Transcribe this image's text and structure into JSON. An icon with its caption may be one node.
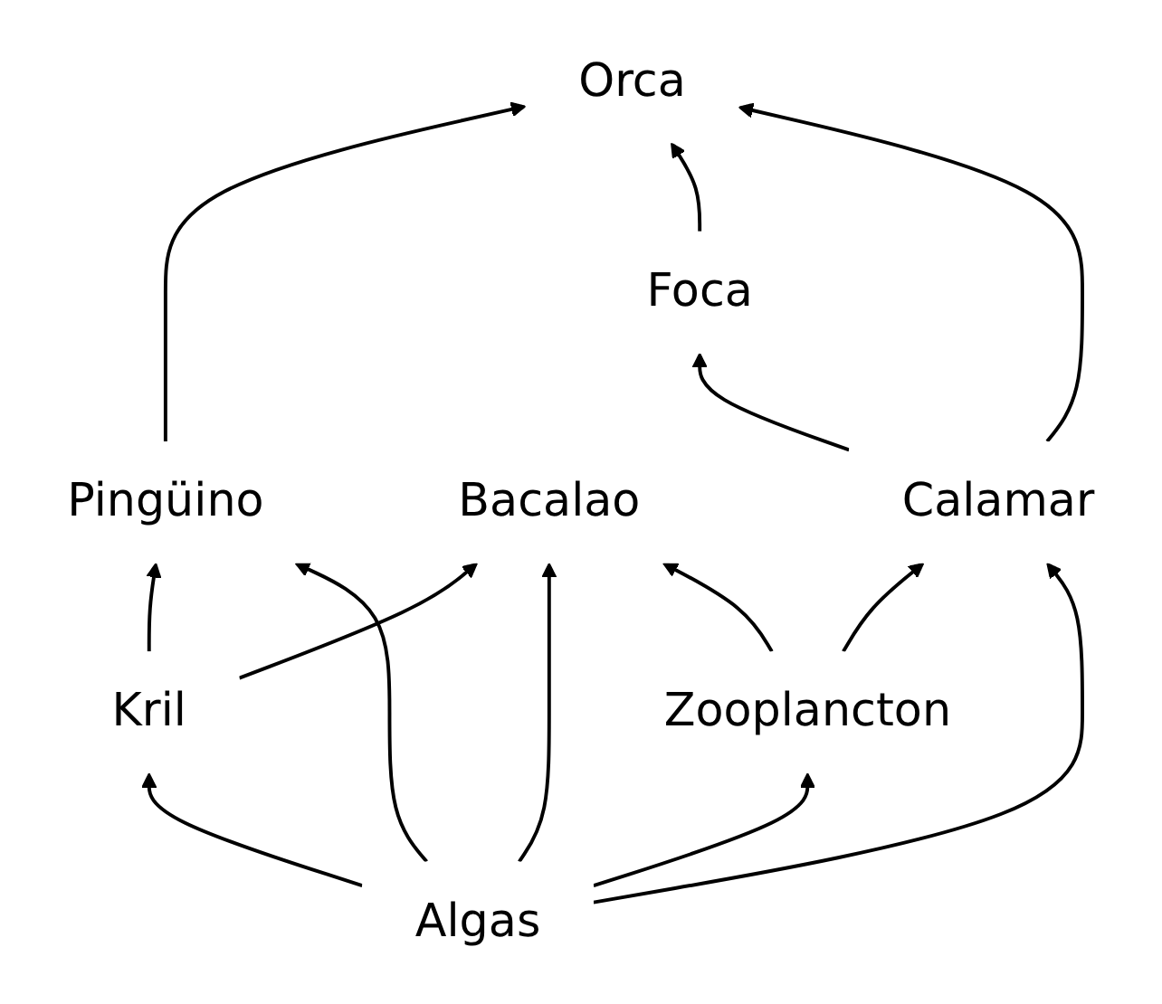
{
  "diagram": {
    "nodes": [
      {
        "text": [
          "Orca"
        ]
      },
      {
        "text": [
          "Foca"
        ]
      },
      {
        "text": [
          "Pingüino"
        ]
      },
      {
        "text": [
          "Bacalao"
        ]
      },
      {
        "text": [
          "Calamar"
        ]
      },
      {
        "text": [
          "Kril"
        ]
      },
      {
        "text": [
          "Zooplancton"
        ]
      },
      {
        "text": [
          "Algas"
        ]
      }
    ],
    "edges": [
      {
        "from": 2,
        "to": 0,
        "arrow": "to"
      },
      {
        "from": 1,
        "to": 0,
        "arrow": "to"
      },
      {
        "from": 4,
        "to": 0,
        "arrow": "to"
      },
      {
        "from": 4,
        "to": 1,
        "arrow": "to"
      },
      {
        "from": 5,
        "to": 2,
        "arrow": "to"
      },
      {
        "from": 5,
        "to": 3,
        "arrow": "to"
      },
      {
        "from": 7,
        "to": 3,
        "arrow": "to"
      },
      {
        "from": 6,
        "to": 3,
        "arrow": "to"
      },
      {
        "from": 6,
        "to": 4,
        "arrow": "to"
      },
      {
        "from": 7,
        "to": 5,
        "arrow": "to"
      },
      {
        "from": 7,
        "to": 6,
        "arrow": "to"
      },
      {
        "from": 7,
        "to": 2,
        "arrow": "to"
      },
      {
        "from": 7,
        "to": 4,
        "arrow": "to"
      }
    ]
  }
}
